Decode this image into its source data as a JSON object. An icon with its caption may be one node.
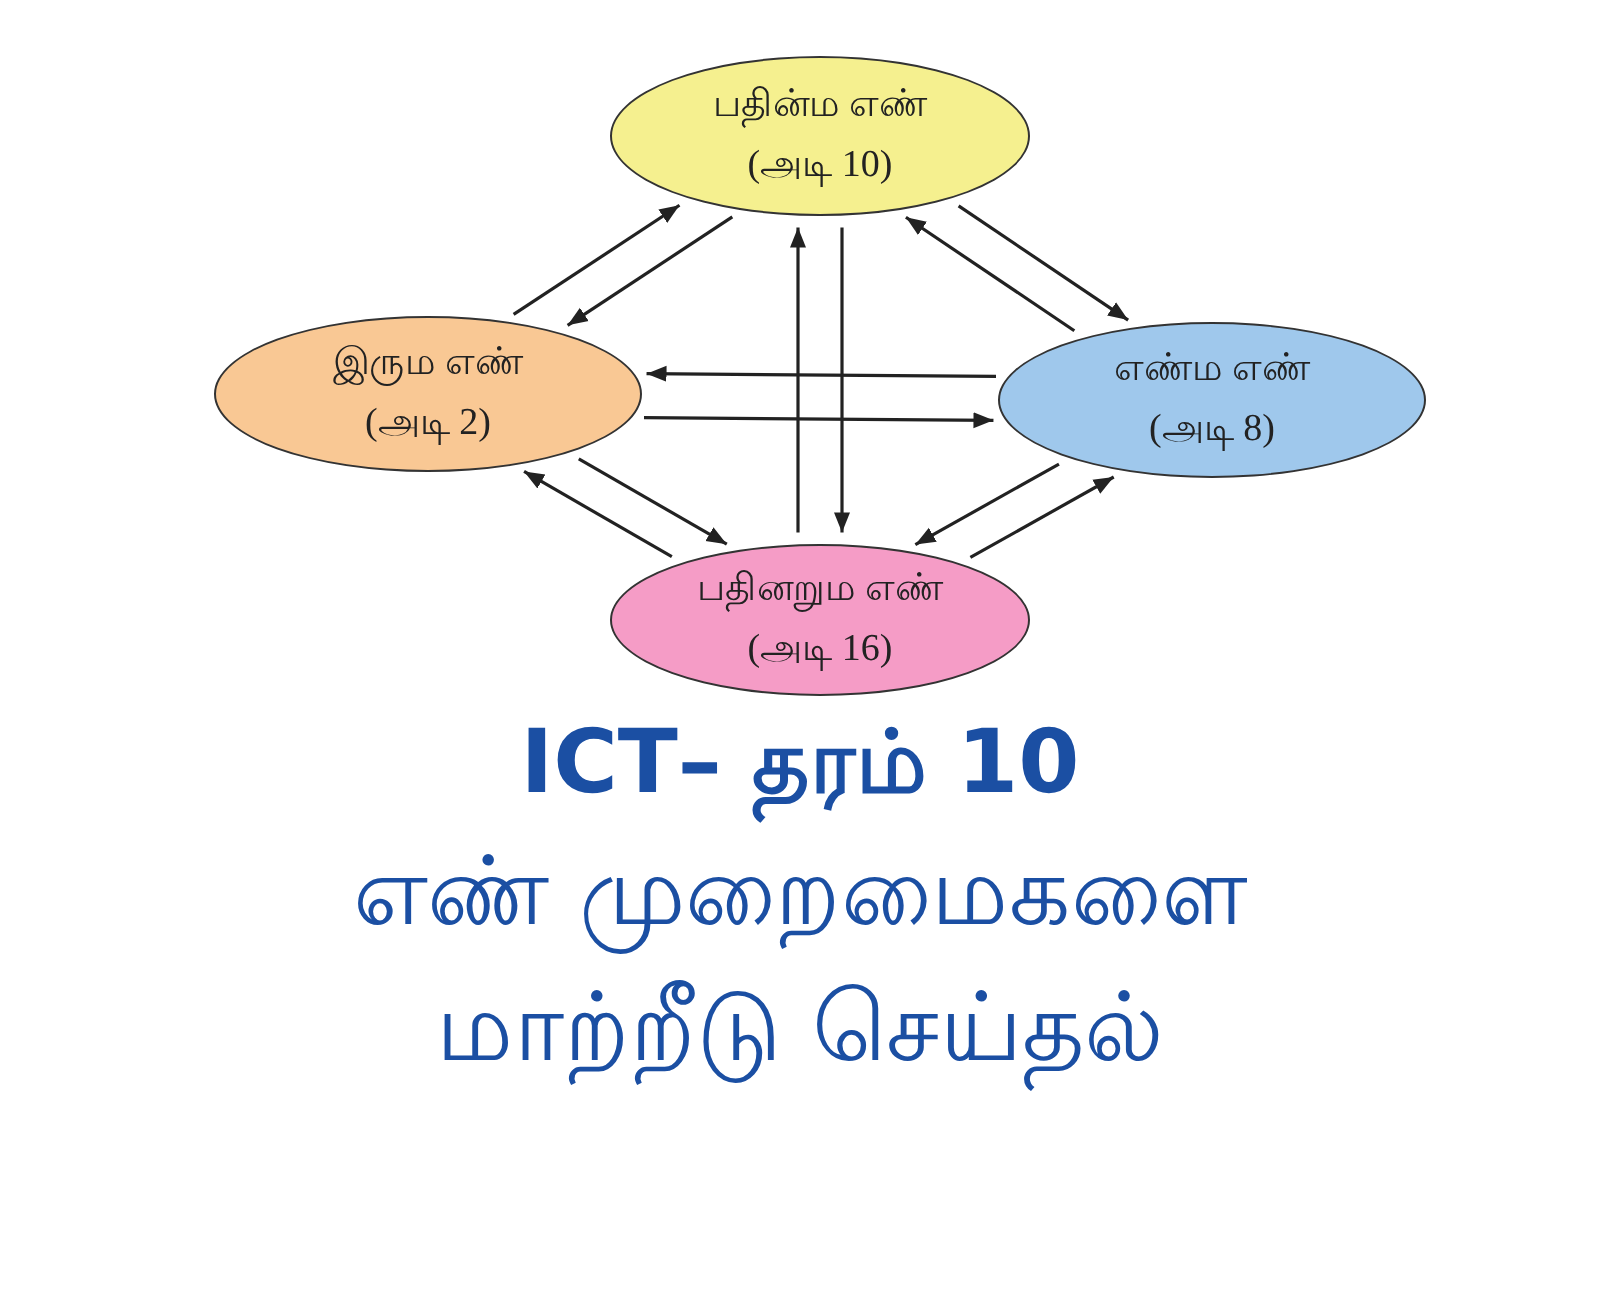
{
  "diagram": {
    "title": "ICT– தரம் 10",
    "caption": "எண் முறைமைகளை மாற்றீடு செய்தல்",
    "nodes": [
      {
        "text": [
          "பதின்ம எண்",
          "(அடி 10)"
        ]
      },
      {
        "text": [
          "இரும எண்",
          "(அடி 2)"
        ]
      },
      {
        "text": [
          "எண்ம எண்",
          "(அடி 8)"
        ]
      },
      {
        "text": [
          "பதினறும எண்",
          "(அடி 16)"
        ]
      }
    ],
    "edges": [
      {
        "from": 1,
        "to": 0,
        "arrow": "to"
      },
      {
        "from": 0,
        "to": 1,
        "arrow": "to"
      },
      {
        "from": 0,
        "to": 2,
        "arrow": "to"
      },
      {
        "from": 2,
        "to": 0,
        "arrow": "to"
      },
      {
        "from": 2,
        "to": 3,
        "arrow": "to"
      },
      {
        "from": 3,
        "to": 2,
        "arrow": "to"
      },
      {
        "from": 3,
        "to": 1,
        "arrow": "to"
      },
      {
        "from": 1,
        "to": 3,
        "arrow": "to"
      },
      {
        "from": 3,
        "to": 0,
        "arrow": "to"
      },
      {
        "from": 0,
        "to": 3,
        "arrow": "to"
      },
      {
        "from": 2,
        "to": 1,
        "arrow": "to"
      },
      {
        "from": 1,
        "to": 2,
        "arrow": "to"
      }
    ]
  }
}
